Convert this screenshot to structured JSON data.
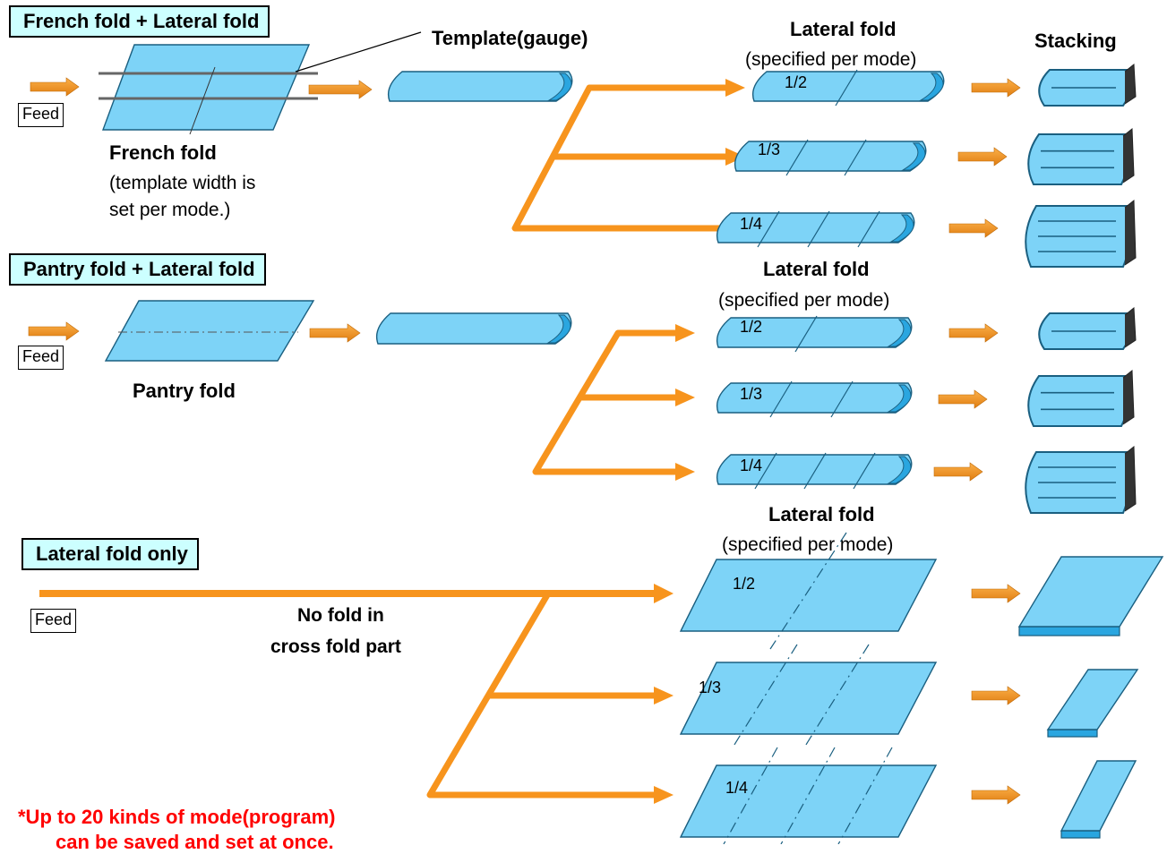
{
  "sections": {
    "french": {
      "title": "French fold + Lateral fold",
      "feed": "Feed",
      "template_label": "Template(gauge)",
      "fold_name": "French fold",
      "fold_desc_line1": "(template width is",
      "fold_desc_line2": "set per mode.)"
    },
    "pantry": {
      "title": "Pantry fold + Lateral fold",
      "feed": "Feed",
      "fold_name": "Pantry fold"
    },
    "lateral_only": {
      "title": "Lateral fold only",
      "feed": "Feed",
      "no_fold_line1": "No fold in",
      "no_fold_line2": "cross fold part"
    }
  },
  "column_headers": {
    "lateral_fold": "Lateral fold",
    "specified": "(specified per mode)",
    "stacking": "Stacking"
  },
  "fractions": [
    "1/2",
    "1/3",
    "1/4"
  ],
  "note": {
    "line1": "*Up to 20 kinds of mode(program)",
    "line2": "can be saved and set at once."
  },
  "colors": {
    "cloth": "#7dd3f7",
    "cloth_dark": "#2aa6e0",
    "arrow": "#f7941d",
    "title_bg": "#ccffff",
    "note": "#ff0000"
  }
}
